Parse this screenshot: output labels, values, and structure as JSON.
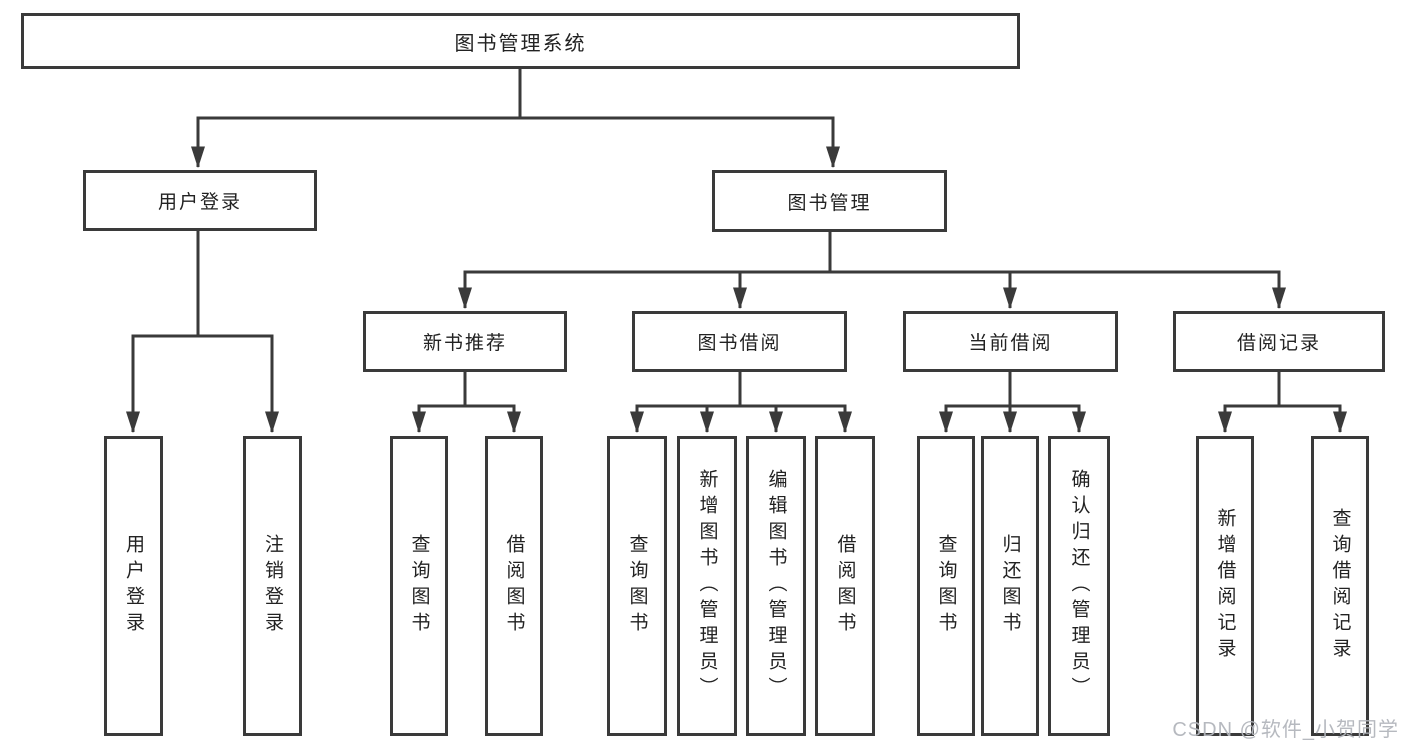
{
  "diagram": {
    "type": "hierarchy-flowchart",
    "nodes": {
      "root": {
        "label": "图书管理系统"
      },
      "user_login": {
        "label": "用户登录"
      },
      "book_mgmt": {
        "label": "图书管理"
      },
      "new_book_rec": {
        "label": "新书推荐"
      },
      "book_borrow": {
        "label": "图书借阅"
      },
      "current_borrow": {
        "label": "当前借阅"
      },
      "borrow_record": {
        "label": "借阅记录"
      },
      "u1": {
        "label": "用户登录"
      },
      "u2": {
        "label": "注销登录"
      },
      "n1": {
        "label": "查询图书"
      },
      "n2": {
        "label": "借阅图书"
      },
      "b1": {
        "label": "查询图书"
      },
      "b2": {
        "label": "新增图书（管理员）"
      },
      "b3": {
        "label": "编辑图书（管理员）"
      },
      "b4": {
        "label": "借阅图书"
      },
      "c1": {
        "label": "查询图书"
      },
      "c2": {
        "label": "归还图书"
      },
      "c3": {
        "label": "确认归还（管理员）"
      },
      "r1": {
        "label": "新增借阅记录"
      },
      "r2": {
        "label": "查询借阅记录"
      }
    },
    "edges": [
      [
        "root",
        "user_login"
      ],
      [
        "root",
        "book_mgmt"
      ],
      [
        "user_login",
        "u1"
      ],
      [
        "user_login",
        "u2"
      ],
      [
        "book_mgmt",
        "new_book_rec"
      ],
      [
        "book_mgmt",
        "book_borrow"
      ],
      [
        "book_mgmt",
        "current_borrow"
      ],
      [
        "book_mgmt",
        "borrow_record"
      ],
      [
        "new_book_rec",
        "n1"
      ],
      [
        "new_book_rec",
        "n2"
      ],
      [
        "book_borrow",
        "b1"
      ],
      [
        "book_borrow",
        "b2"
      ],
      [
        "book_borrow",
        "b3"
      ],
      [
        "book_borrow",
        "b4"
      ],
      [
        "current_borrow",
        "c1"
      ],
      [
        "current_borrow",
        "c2"
      ],
      [
        "current_borrow",
        "c3"
      ],
      [
        "borrow_record",
        "r1"
      ],
      [
        "borrow_record",
        "r2"
      ]
    ],
    "colors": {
      "line": "#3a3a3a",
      "box_border": "#3a3a3a",
      "text": "#222222",
      "background": "#ffffff",
      "watermark": "#b2b5bc"
    }
  },
  "watermark": {
    "text": "CSDN @软件_小贺同学"
  }
}
